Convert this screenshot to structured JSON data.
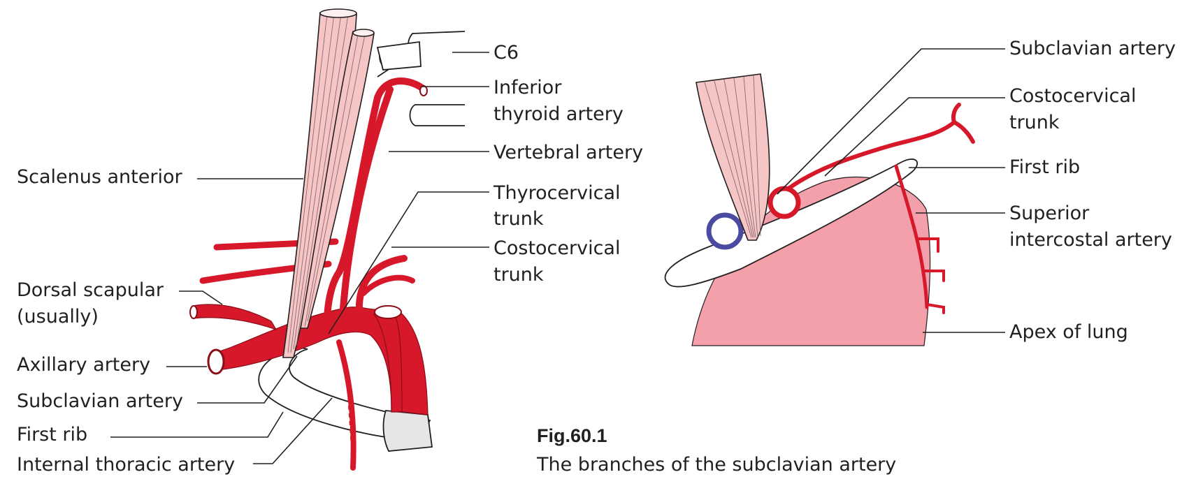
{
  "left_labels": {
    "scalenus_anterior": "Scalenus anterior",
    "dorsal_scapular_1": "Dorsal scapular",
    "dorsal_scapular_2": "(usually)",
    "axillary_artery": "Axillary artery",
    "subclavian_artery": "Subclavian artery",
    "first_rib": "First rib",
    "internal_thoracic_artery": "Internal thoracic artery"
  },
  "middle_labels": {
    "c6": "C6",
    "inferior_thyroid_1": "Inferior",
    "inferior_thyroid_2": "thyroid artery",
    "vertebral_artery": "Vertebral artery",
    "thyrocervical_1": "Thyrocervical",
    "thyrocervical_2": "trunk",
    "costocervical_1": "Costocervical",
    "costocervical_2": "trunk"
  },
  "right_labels": {
    "subclavian_artery": "Subclavian artery",
    "costocervical_1": "Costocervical",
    "costocervical_2": "trunk",
    "first_rib": "First rib",
    "superior_intercostal_1": "Superior",
    "superior_intercostal_2": "intercostal artery",
    "apex_of_lung": "Apex of lung"
  },
  "caption": {
    "number": "Fig.60.1",
    "text": "The branches of the subclavian artery"
  },
  "colors": {
    "artery_red": "#d7182a",
    "muscle_pink": "#f6c6c7",
    "lung_pink": "#f4a0aa",
    "vein_blue": "#4a4aa0",
    "cartilage_grey": "#e6e6e6"
  }
}
